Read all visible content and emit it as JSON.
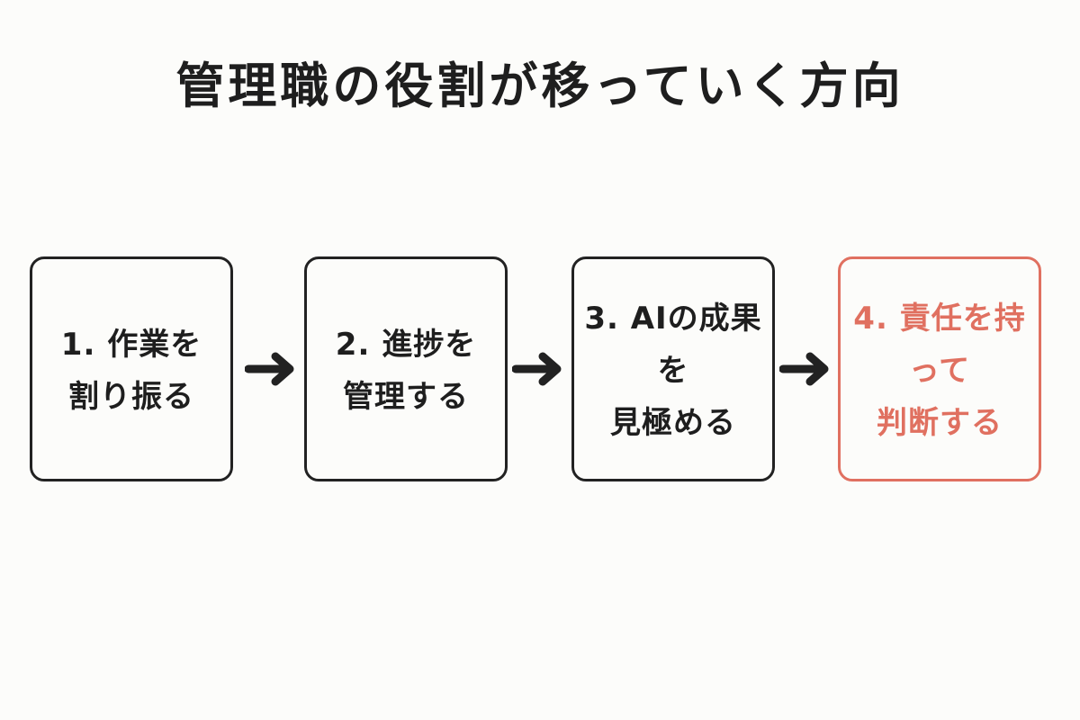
{
  "title": "管理職の役割が移っていく方向",
  "steps": [
    {
      "label": "1. 作業を\n割り振る"
    },
    {
      "label": "2. 進捗を\n管理する"
    },
    {
      "label": "3. AIの成果を\n見極める"
    },
    {
      "label": "4. 責任を持って\n判断する"
    }
  ],
  "colors": {
    "text": "#1e1e1e",
    "border": "#222222",
    "accent": "#e07060",
    "background": "#fcfcfa"
  },
  "icons": {
    "connector": "arrow-right-icon"
  }
}
